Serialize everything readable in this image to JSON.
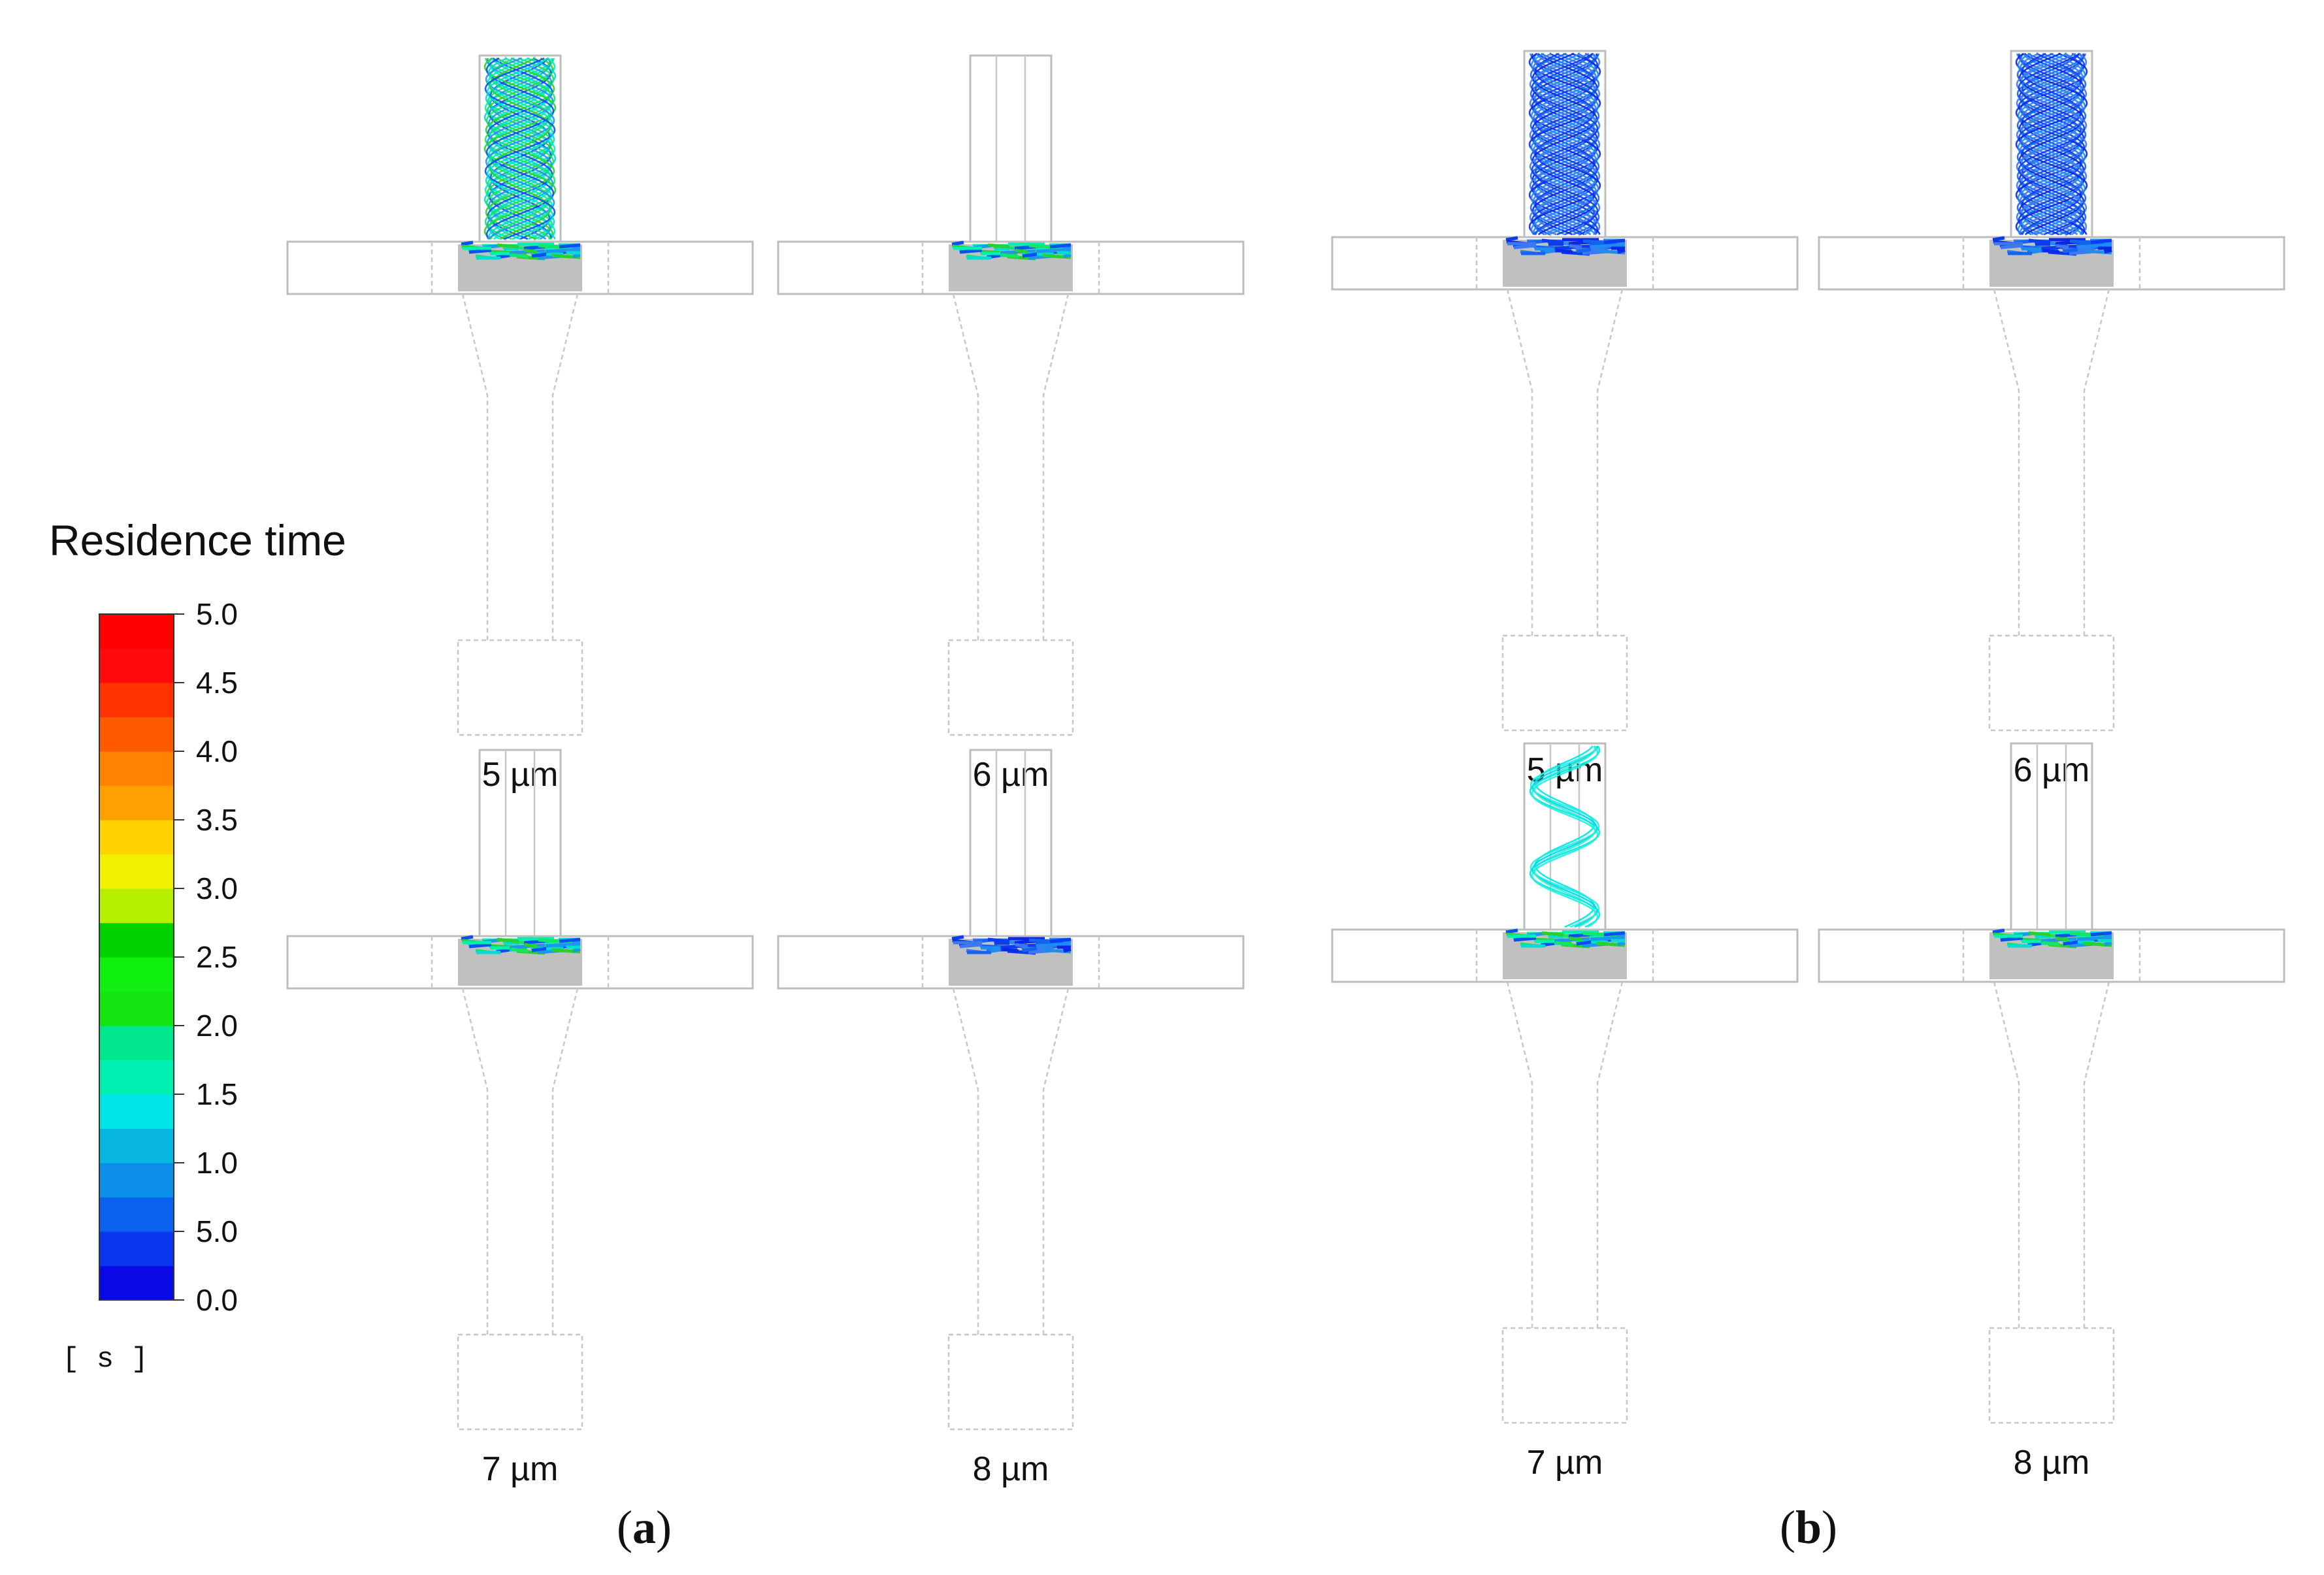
{
  "legend": {
    "title": "Residence time",
    "unit": "[ s ]",
    "ticks": [
      "0.0",
      "5.0",
      "1.0",
      "1.5",
      "2.0",
      "2.5",
      "3.0",
      "3.5",
      "4.0",
      "4.5",
      "5.0"
    ],
    "colors": [
      "#0a0ae6",
      "#0a36f0",
      "#0a62f0",
      "#0a8ee8",
      "#06b6e0",
      "#00e6e6",
      "#00f0b4",
      "#00e68c",
      "#14e614",
      "#10f010",
      "#00d200",
      "#b4f000",
      "#f0f000",
      "#ffd200",
      "#ffa000",
      "#ff8200",
      "#ff5a00",
      "#ff3200",
      "#ff0a0a",
      "#ff0000"
    ]
  },
  "panels": [
    {
      "tag": "a",
      "cases": [
        {
          "label": "5 µm",
          "helix": "mixed",
          "trapped": "mixed"
        },
        {
          "label": "6 µm",
          "helix": "none",
          "trapped": "mixed"
        },
        {
          "label": "7 µm",
          "helix": "none",
          "trapped": "mixed"
        },
        {
          "label": "8 µm",
          "helix": "none",
          "trapped": "blue"
        }
      ]
    },
    {
      "tag": "b",
      "cases": [
        {
          "label": "5 µm",
          "helix": "blue",
          "trapped": "blue"
        },
        {
          "label": "6 µm",
          "helix": "blue",
          "trapped": "blue"
        },
        {
          "label": "7 µm",
          "helix": "cyan",
          "trapped": "mixed"
        },
        {
          "label": "8 µm",
          "helix": "none",
          "trapped": "mixed"
        }
      ]
    }
  ]
}
